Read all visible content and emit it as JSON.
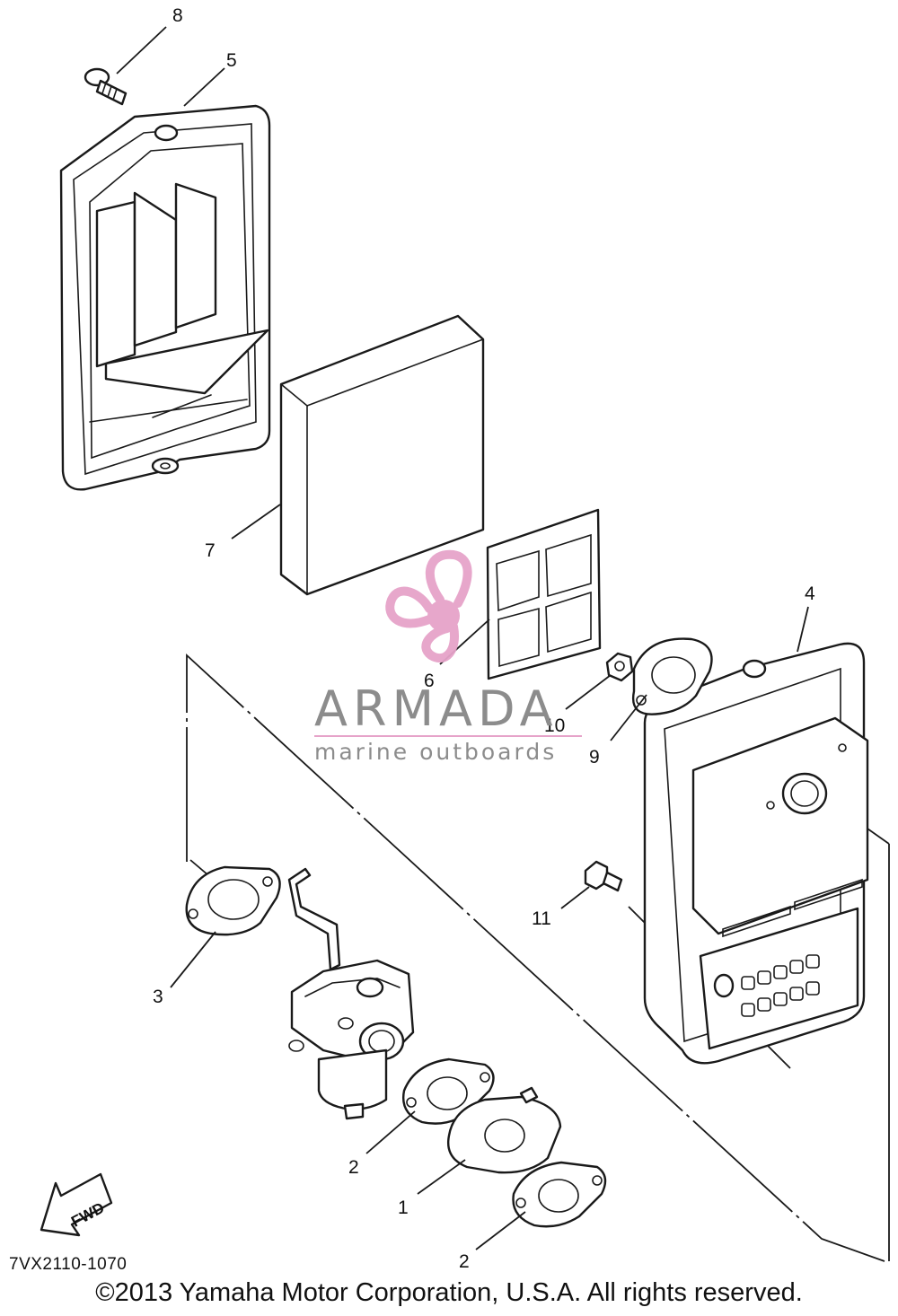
{
  "diagram": {
    "callouts": [
      {
        "id": "8",
        "label": "8"
      },
      {
        "id": "5",
        "label": "5"
      },
      {
        "id": "7",
        "label": "7"
      },
      {
        "id": "6",
        "label": "6"
      },
      {
        "id": "4",
        "label": "4"
      },
      {
        "id": "10",
        "label": "10"
      },
      {
        "id": "9",
        "label": "9"
      },
      {
        "id": "11",
        "label": "11"
      },
      {
        "id": "3",
        "label": "3"
      },
      {
        "id": "2a",
        "label": "2"
      },
      {
        "id": "1",
        "label": "1"
      },
      {
        "id": "2b",
        "label": "2"
      }
    ],
    "fwd_label": "FWD",
    "diagram_code": "7VX2110-1070"
  },
  "watermark": {
    "brand": "ARMADA",
    "tagline": "marine outboards",
    "pink": "#e6a3c9",
    "gray": "#8c8c8c"
  },
  "footer": {
    "copyright": "©2013 Yamaha Motor Corporation, U.S.A. All rights reserved."
  }
}
